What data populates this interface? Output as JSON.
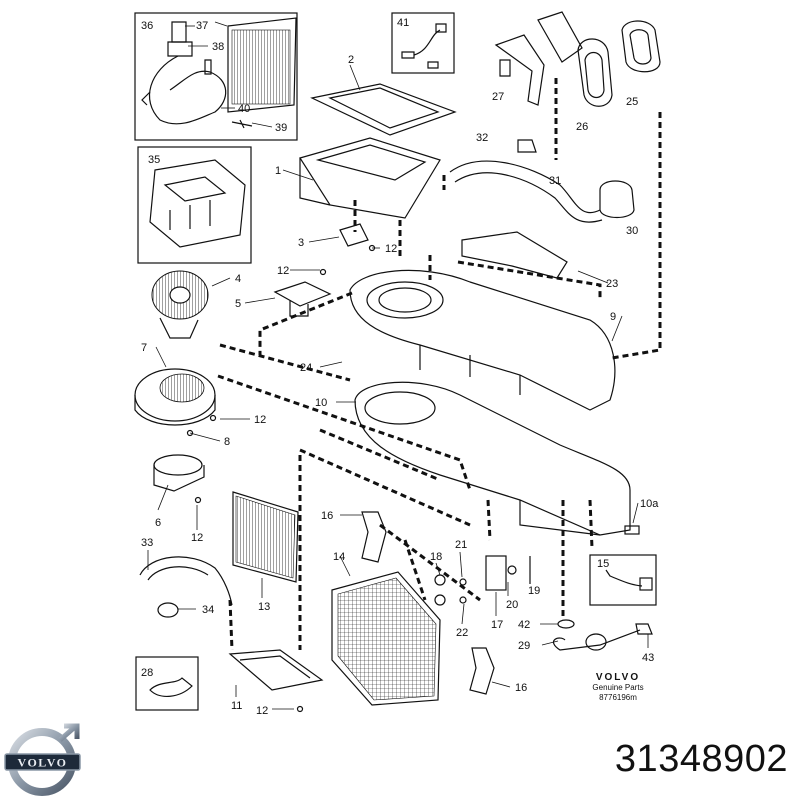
{
  "diagram": {
    "callouts": [
      {
        "id": "c36",
        "text": "36"
      },
      {
        "id": "c37",
        "text": "37"
      },
      {
        "id": "c38",
        "text": "38"
      },
      {
        "id": "c40",
        "text": "40"
      },
      {
        "id": "c39",
        "text": "39"
      },
      {
        "id": "c41",
        "text": "41"
      },
      {
        "id": "c2",
        "text": "2"
      },
      {
        "id": "c27",
        "text": "27"
      },
      {
        "id": "c26",
        "text": "26"
      },
      {
        "id": "c25",
        "text": "25"
      },
      {
        "id": "c32",
        "text": "32"
      },
      {
        "id": "c31",
        "text": "31"
      },
      {
        "id": "c30",
        "text": "30"
      },
      {
        "id": "c35",
        "text": "35"
      },
      {
        "id": "c1",
        "text": "1"
      },
      {
        "id": "c3",
        "text": "3"
      },
      {
        "id": "c12a",
        "text": "12"
      },
      {
        "id": "c12b",
        "text": "12"
      },
      {
        "id": "c4",
        "text": "4"
      },
      {
        "id": "c5",
        "text": "5"
      },
      {
        "id": "c23",
        "text": "23"
      },
      {
        "id": "c9",
        "text": "9"
      },
      {
        "id": "c7",
        "text": "7"
      },
      {
        "id": "c24",
        "text": "24"
      },
      {
        "id": "c10",
        "text": "10"
      },
      {
        "id": "c12c",
        "text": "12"
      },
      {
        "id": "c8",
        "text": "8"
      },
      {
        "id": "c6",
        "text": "6"
      },
      {
        "id": "c12d",
        "text": "12"
      },
      {
        "id": "c10a",
        "text": "10a"
      },
      {
        "id": "c16a",
        "text": "16"
      },
      {
        "id": "c33",
        "text": "33"
      },
      {
        "id": "c14",
        "text": "14"
      },
      {
        "id": "c18",
        "text": "18"
      },
      {
        "id": "c21",
        "text": "21"
      },
      {
        "id": "c15",
        "text": "15"
      },
      {
        "id": "c34",
        "text": "34"
      },
      {
        "id": "c13",
        "text": "13"
      },
      {
        "id": "c19",
        "text": "19"
      },
      {
        "id": "c20",
        "text": "20"
      },
      {
        "id": "c17",
        "text": "17"
      },
      {
        "id": "c22",
        "text": "22"
      },
      {
        "id": "c42",
        "text": "42"
      },
      {
        "id": "c29",
        "text": "29"
      },
      {
        "id": "c43",
        "text": "43"
      },
      {
        "id": "c28",
        "text": "28"
      },
      {
        "id": "c16b",
        "text": "16"
      },
      {
        "id": "c11",
        "text": "11"
      },
      {
        "id": "c12e",
        "text": "12"
      }
    ],
    "genuine_brand": "VOLVO",
    "genuine_line1": "Genuine Parts",
    "genuine_line2": "8776196m"
  },
  "logo_brand": "VOLVO",
  "part_number": "31348902",
  "icons": [
    "volvo-logo-icon"
  ],
  "colors": {
    "ink": "#111111",
    "logo_steel": "#8a97a6",
    "logo_dark": "#1d2a3a"
  }
}
